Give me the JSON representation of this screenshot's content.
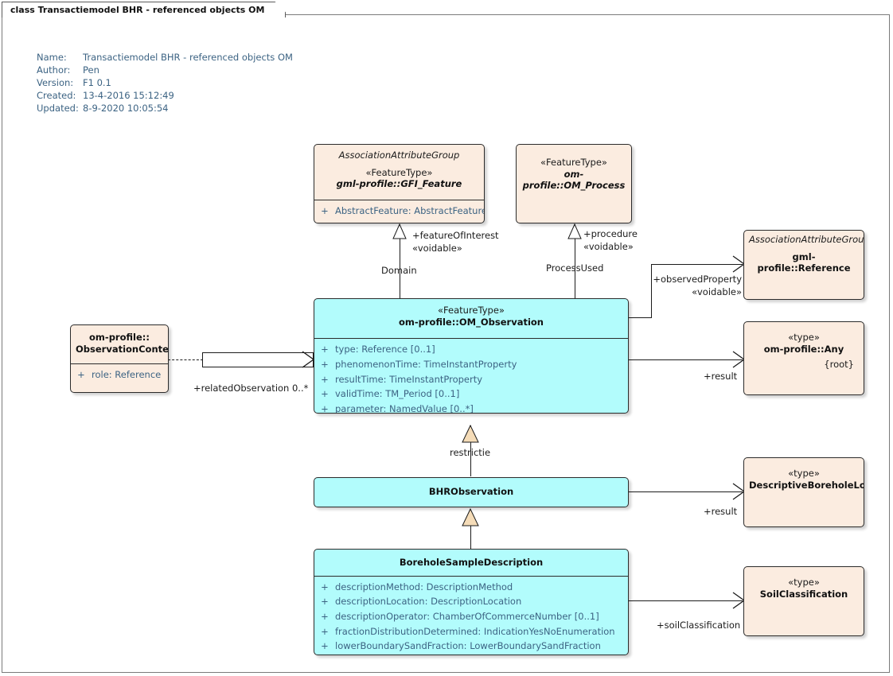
{
  "frame": {
    "tab_title": "class Transactiemodel BHR - referenced objects OM"
  },
  "meta": {
    "rows": [
      {
        "key": "Name:",
        "value": "Transactiemodel BHR - referenced objects OM"
      },
      {
        "key": "Author:",
        "value": "Pen"
      },
      {
        "key": "Version:",
        "value": "F1 0.1"
      },
      {
        "key": "Created:",
        "value": "13-4-2016 15:12:49"
      },
      {
        "key": "Updated:",
        "value": "8-9-2020 10:05:54"
      }
    ]
  },
  "colors": {
    "peach_fill": "#fbece0",
    "cyan_fill": "#b2fcfc",
    "border": "#2b2b2b",
    "attr_text": "#3c6383",
    "meta_text": "#3c6383",
    "generalization_fill": "#f5dcb8"
  },
  "nodes": {
    "gfi_feature": {
      "group": "AssociationAttributeGroup",
      "stereotype": "«FeatureType»",
      "name": "gml-profile::GFI_Feature",
      "attributes": [
        {
          "vis": "+",
          "text": "AbstractFeature: AbstractFeature"
        }
      ]
    },
    "om_process": {
      "stereotype": "«FeatureType»",
      "name": "om-profile::OM_Process"
    },
    "reference": {
      "group": "AssociationAttributeGroup",
      "name": "gml-profile::Reference"
    },
    "any": {
      "stereotype": "«type»",
      "name": "om-profile::Any",
      "root_marker": "{root}"
    },
    "observation_context": {
      "name_line1": "om-profile::",
      "name_line2": "ObservationContext",
      "attributes": [
        {
          "vis": "+",
          "text": "role: Reference"
        }
      ]
    },
    "om_observation": {
      "stereotype": "«FeatureType»",
      "name": "om-profile::OM_Observation",
      "attributes": [
        {
          "vis": "+",
          "text": "type: Reference [0..1]"
        },
        {
          "vis": "+",
          "text": "phenomenonTime: TimeInstantProperty"
        },
        {
          "vis": "+",
          "text": "resultTime: TimeInstantProperty"
        },
        {
          "vis": "+",
          "text": "validTime: TM_Period [0..1]"
        },
        {
          "vis": "+",
          "text": "parameter: NamedValue [0..*]"
        }
      ]
    },
    "bhr_observation": {
      "name": "BHRObservation"
    },
    "descriptive_borehole_log": {
      "stereotype": "«type»",
      "name": "DescriptiveBoreholeLog"
    },
    "soil_classification": {
      "stereotype": "«type»",
      "name": "SoilClassification"
    },
    "borehole_sample_description": {
      "name": "BoreholeSampleDescription",
      "attributes": [
        {
          "vis": "+",
          "text": "descriptionMethod: DescriptionMethod"
        },
        {
          "vis": "+",
          "text": "descriptionLocation: DescriptionLocation"
        },
        {
          "vis": "+",
          "text": "descriptionOperator: ChamberOfCommerceNumber [0..1]"
        },
        {
          "vis": "+",
          "text": "fractionDistributionDetermined: IndicationYesNoEnumeration"
        },
        {
          "vis": "+",
          "text": "lowerBoundarySandFraction: LowerBoundarySandFraction"
        }
      ]
    }
  },
  "connectors": {
    "feature_of_interest_role": "+featureOfInterest",
    "feature_of_interest_stereotype": "«voidable»",
    "domain_label": "Domain",
    "procedure_role": "+procedure",
    "procedure_stereotype": "«voidable»",
    "process_used_label": "ProcessUsed",
    "observed_property_role": "+observedProperty",
    "observed_property_stereotype": "«voidable»",
    "result_any_label": "+result",
    "related_observation_label": "+relatedObservation 0..*",
    "restrictie_label": "restrictie",
    "result_log_label": "+result",
    "soil_classification_label": "+soilClassification"
  }
}
